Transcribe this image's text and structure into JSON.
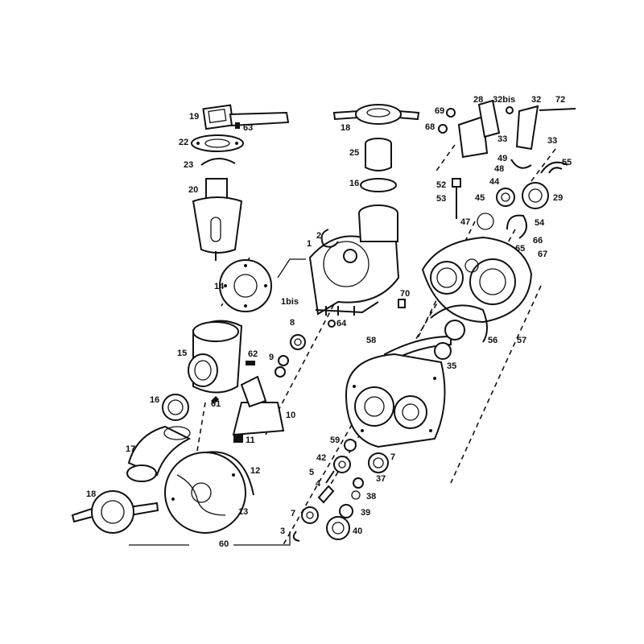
{
  "diagram": {
    "labels": {
      "p1": "1",
      "p1bis": "1bis",
      "p2": "2",
      "p3": "3",
      "p4": "4",
      "p5": "5",
      "p7a": "7",
      "p7b": "7",
      "p8": "8",
      "p9": "9",
      "p10": "10",
      "p11": "11",
      "p12": "12",
      "p13": "13",
      "p14": "14",
      "p15": "15",
      "p16a": "16",
      "p16b": "16",
      "p17": "17",
      "p18a": "18",
      "p18b": "18",
      "p19": "19",
      "p20": "20",
      "p22": "22",
      "p23": "23",
      "p25": "25",
      "p28": "28",
      "p29": "29",
      "p32": "32",
      "p32bis": "32bis",
      "p33a": "33",
      "p33b": "33",
      "p35": "35",
      "p37": "37",
      "p38": "38",
      "p39": "39",
      "p40": "40",
      "p42": "42",
      "p44": "44",
      "p45": "45",
      "p47": "47",
      "p48": "48",
      "p49": "49",
      "p52": "52",
      "p53": "53",
      "p54": "54",
      "p55": "55",
      "p56": "56",
      "p57": "57",
      "p58": "58",
      "p59": "59",
      "p60": "60",
      "p61": "61",
      "p62": "62",
      "p63": "63",
      "p64": "64",
      "p65": "65",
      "p66": "66",
      "p67": "67",
      "p68": "68",
      "p69": "69",
      "p70": "70",
      "p72": "72"
    }
  }
}
